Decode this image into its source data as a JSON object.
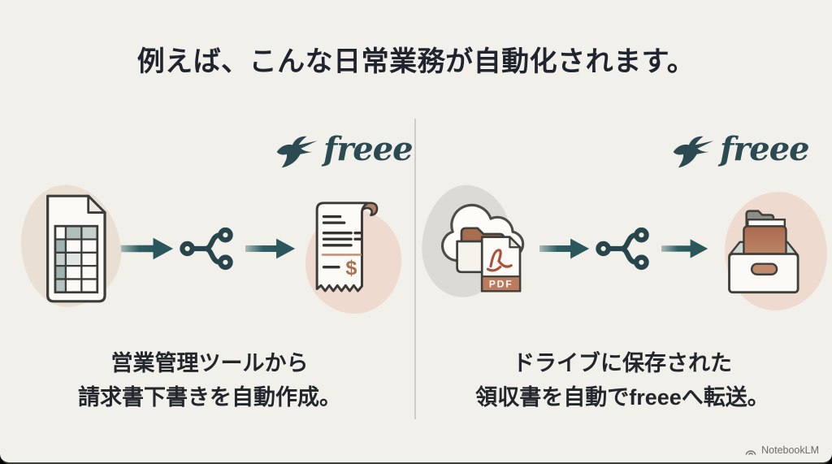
{
  "slide": {
    "title": "例えば、こんな日常業務が自動化されます。"
  },
  "brand": {
    "wordmark": "freee"
  },
  "left_panel": {
    "caption_line1": "営業管理ツールから",
    "caption_line2": "請求書下書きを自動作成。"
  },
  "right_panel": {
    "caption_line1": "ドライブに保存された",
    "caption_line2": "領収書を自動でfreeeへ転送。",
    "pdf_label": "PDF"
  },
  "receipt": {
    "currency_symbol": "$"
  },
  "watermark": {
    "label": "NotebookLM"
  },
  "colors": {
    "background": "#f2f0ea",
    "title_text": "#20242e",
    "accent_teal": "#2c555b",
    "accent_brown": "#b07a5e"
  }
}
